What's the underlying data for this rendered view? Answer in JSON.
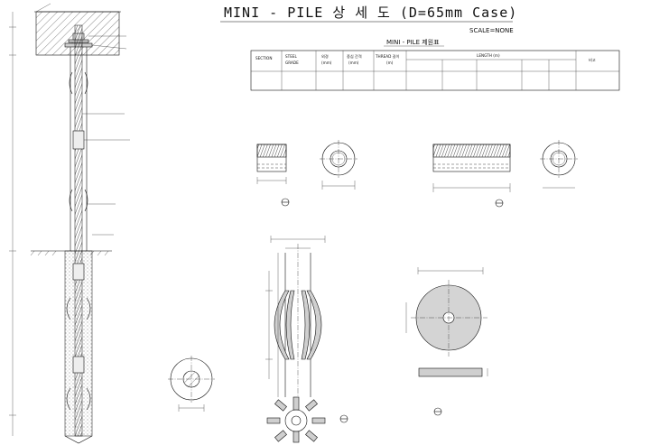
{
  "drawing": {
    "title": "MINI - PILE 상 세 도 (D=65mm Case)",
    "scale": "SCALE=NONE"
  },
  "spec_table": {
    "caption": "MINI - PILE 제원표",
    "headers": [
      "SECTION",
      "STEEL",
      "외경",
      "중심 간격",
      "THREAD 길이",
      "",
      "",
      "",
      "",
      ""
    ],
    "sub_headers": [
      "",
      "GRADE",
      "(mm)",
      "(mm)",
      "(m)",
      "",
      "",
      "",
      "",
      "비고"
    ],
    "length_header": "LENGTH (m)",
    "length_cols": [
      "",
      "",
      "",
      "",
      ""
    ],
    "row": [
      "",
      "",
      "",
      "",
      "",
      "",
      "",
      "",
      "",
      ""
    ]
  },
  "notes_under_table": [
    "",
    ""
  ],
  "left_elevation_labels": {
    "top": "",
    "plate": "",
    "plate2": "",
    "bar": "",
    "coupler": "",
    "centralizer": "",
    "grout": "",
    "spacing": "",
    "casing": ""
  },
  "detail_labels": {
    "coupler_side": "",
    "coupler_section": "",
    "coupler_long": "",
    "coupler_long_section": "",
    "centralizer": "",
    "centralizer_section": "",
    "centralizer_plan": "",
    "bearing_plate": "",
    "bearing_plate_section": ""
  },
  "side_notes": {
    "heading": "",
    "lines": []
  }
}
